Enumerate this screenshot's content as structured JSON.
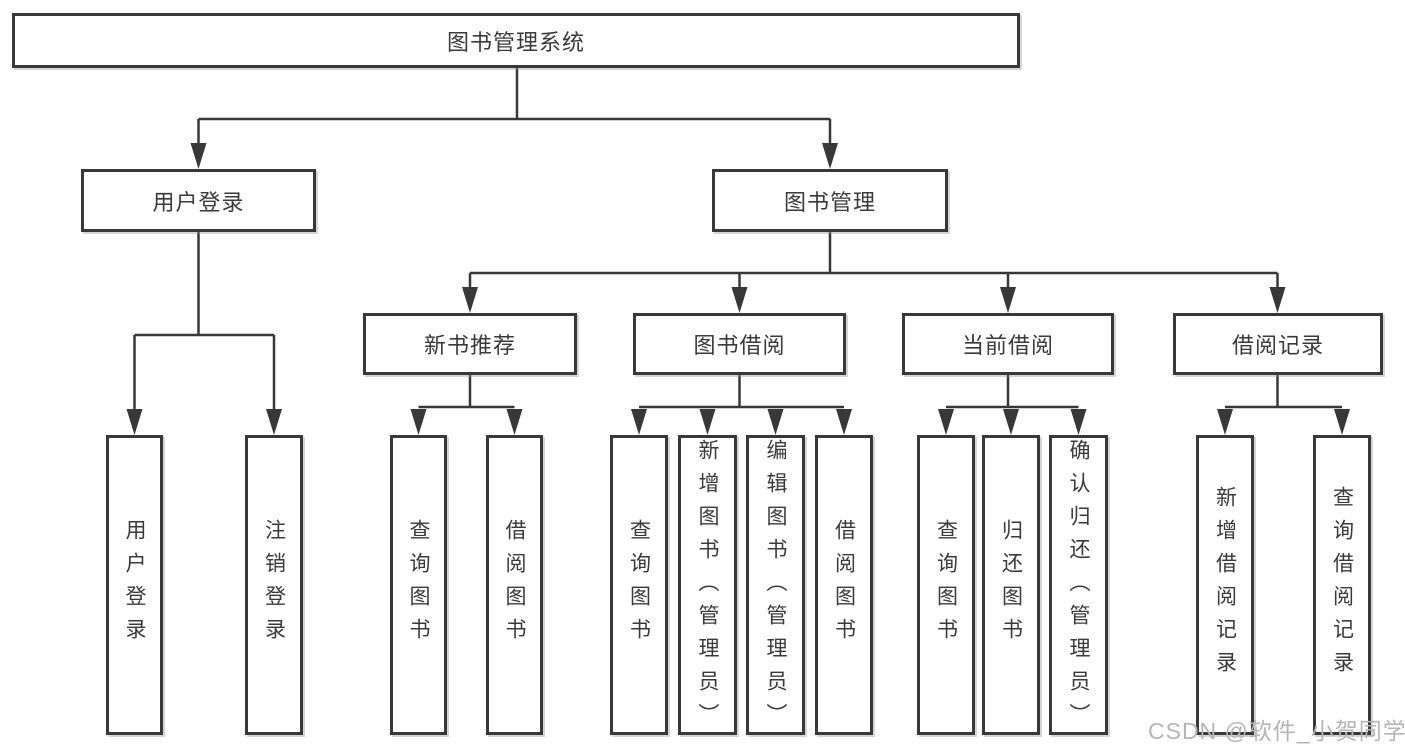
{
  "root": {
    "label": "图书管理系统"
  },
  "level2": {
    "user_login": "用户登录",
    "book_management": "图书管理"
  },
  "level3": {
    "new_book_recommend": "新书推荐",
    "book_borrow": "图书借阅",
    "current_borrow": "当前借阅",
    "borrow_record": "借阅记录"
  },
  "leaves": {
    "user_login": "用户登录",
    "logout": "注销登录",
    "recommend_query_book": "查询图书",
    "recommend_borrow_book": "借阅图书",
    "borrow_query_book": "查询图书",
    "borrow_add_book_admin": "新增图书（管理员）",
    "borrow_edit_book_admin": "编辑图书（管理员）",
    "borrow_borrow_book": "借阅图书",
    "current_query_book": "查询图书",
    "current_return_book": "归还图书",
    "current_confirm_return_admin": "确认归还（管理员）",
    "record_add_borrow_record": "新增借阅记录",
    "record_query_borrow_record": "查询借阅记录"
  },
  "watermark": {
    "text": "CSDN @软件_小贺同学"
  },
  "colors": {
    "line": "#383838",
    "text": "#3a3a3a",
    "box_background": "#ffffff",
    "watermark": "#b5b5b5",
    "background": "#ffffff"
  }
}
